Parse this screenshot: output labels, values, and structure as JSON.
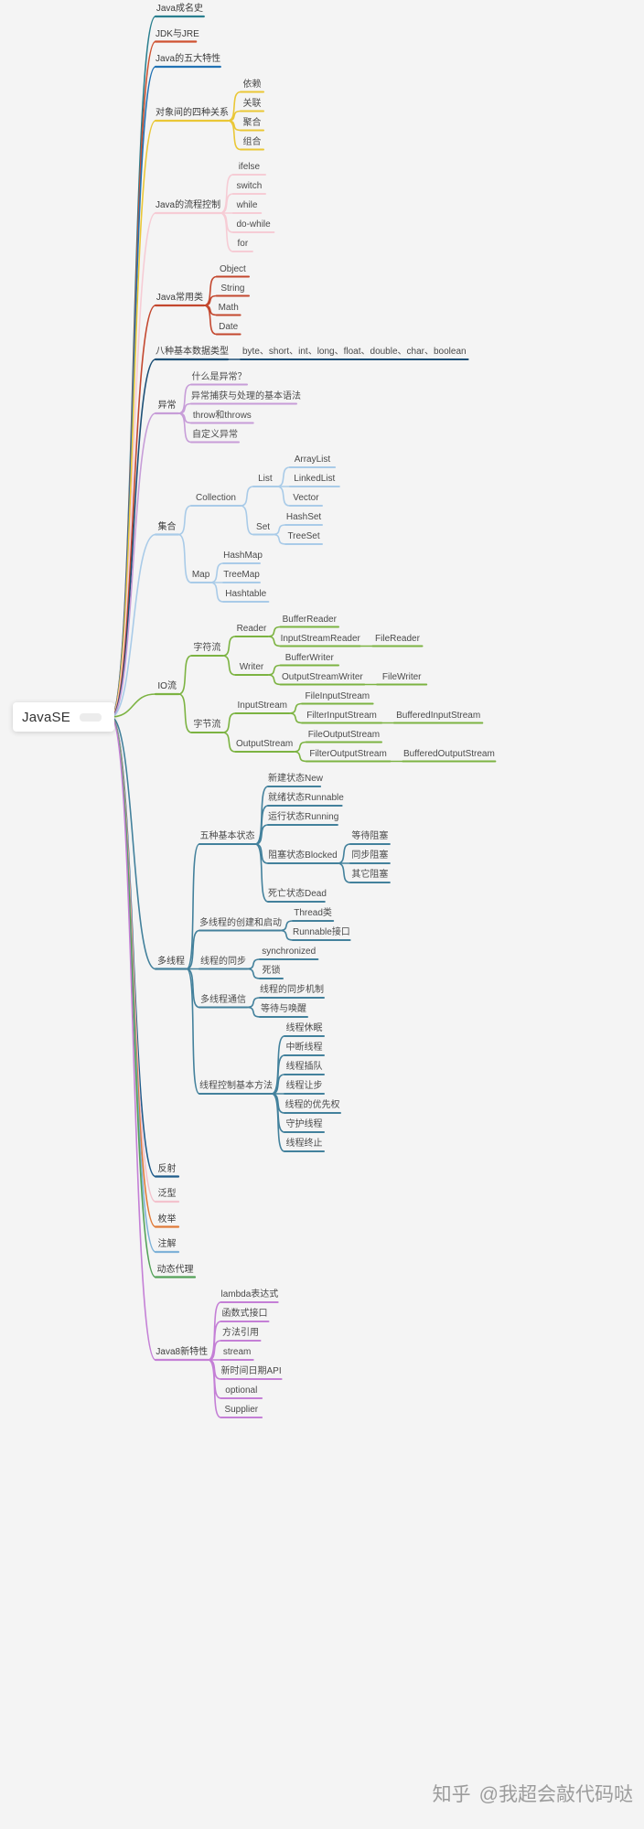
{
  "root": {
    "label": "JavaSE"
  },
  "watermark": {
    "site": "知乎",
    "handle": "@我超会敲代码哒"
  },
  "palette": {
    "background": "#f4f4f4",
    "text": "#4a4a4a"
  },
  "branches": [
    {
      "label": "Java成名史",
      "color": "#2a7f8f"
    },
    {
      "label": "JDK与JRE",
      "color": "#cf5230"
    },
    {
      "label": "Java的五大特性",
      "color": "#2272b4"
    },
    {
      "label": "对象间的四种关系",
      "color": "#eac736",
      "children": [
        {
          "label": "依赖"
        },
        {
          "label": "关联"
        },
        {
          "label": "聚合"
        },
        {
          "label": "组合"
        }
      ]
    },
    {
      "label": "Java的流程控制",
      "color": "#f6ccd5",
      "children": [
        {
          "label": "ifelse"
        },
        {
          "label": "switch"
        },
        {
          "label": "while"
        },
        {
          "label": "do-while"
        },
        {
          "label": "for"
        }
      ]
    },
    {
      "label": "Java常用类",
      "color": "#c3472e",
      "children": [
        {
          "label": "Object"
        },
        {
          "label": "String"
        },
        {
          "label": "Math"
        },
        {
          "label": "Date"
        }
      ]
    },
    {
      "label": "八种基本数据类型",
      "color": "#1c4f76",
      "children": [
        {
          "label": "byte、short、int、long、float、double、char、boolean"
        }
      ]
    },
    {
      "label": "异常",
      "color": "#c79dd8",
      "children": [
        {
          "label": "什么是异常？"
        },
        {
          "label": "异常捕获与处理的基本语法"
        },
        {
          "label": "throw和throws"
        },
        {
          "label": "自定义异常"
        }
      ]
    },
    {
      "label": "集合",
      "color": "#a9cbe8",
      "children": [
        {
          "label": "Collection",
          "children": [
            {
              "label": "List",
              "children": [
                {
                  "label": "ArrayList"
                },
                {
                  "label": "LinkedList"
                },
                {
                  "label": "Vector"
                }
              ]
            },
            {
              "label": "Set",
              "children": [
                {
                  "label": "HashSet"
                },
                {
                  "label": "TreeSet"
                }
              ]
            }
          ]
        },
        {
          "label": "Map",
          "children": [
            {
              "label": "HashMap"
            },
            {
              "label": "TreeMap"
            },
            {
              "label": "Hashtable"
            }
          ]
        }
      ]
    },
    {
      "label": "IO流",
      "color": "#7cb342",
      "children": [
        {
          "label": "字符流",
          "children": [
            {
              "label": "Reader",
              "children": [
                {
                  "label": "BufferReader"
                },
                {
                  "label": "InputStreamReader",
                  "children": [
                    {
                      "label": "FileReader"
                    }
                  ]
                }
              ]
            },
            {
              "label": "Writer",
              "children": [
                {
                  "label": "BufferWriter"
                },
                {
                  "label": "OutputStreamWriter",
                  "children": [
                    {
                      "label": "FileWriter"
                    }
                  ]
                }
              ]
            }
          ]
        },
        {
          "label": "字节流",
          "children": [
            {
              "label": "InputStream",
              "children": [
                {
                  "label": "FileInputStream"
                },
                {
                  "label": "FilterInputStream",
                  "children": [
                    {
                      "label": "BufferedInputStream"
                    }
                  ]
                }
              ]
            },
            {
              "label": "OutputStream",
              "children": [
                {
                  "label": "FileOutputStream"
                },
                {
                  "label": "FilterOutputStream",
                  "children": [
                    {
                      "label": "BufferedOutputStream"
                    }
                  ]
                }
              ]
            }
          ]
        }
      ]
    },
    {
      "label": "多线程",
      "color": "#43819c",
      "children": [
        {
          "label": "五种基本状态",
          "children": [
            {
              "label": "新建状态New"
            },
            {
              "label": "就绪状态Runnable"
            },
            {
              "label": "运行状态Running"
            },
            {
              "label": "阻塞状态Blocked",
              "children": [
                {
                  "label": "等待阻塞"
                },
                {
                  "label": "同步阻塞"
                },
                {
                  "label": "其它阻塞"
                }
              ]
            },
            {
              "label": "死亡状态Dead"
            }
          ]
        },
        {
          "label": "多线程的创建和启动",
          "children": [
            {
              "label": "Thread类"
            },
            {
              "label": "Runnable接口"
            }
          ]
        },
        {
          "label": "线程的同步",
          "children": [
            {
              "label": "synchronized"
            },
            {
              "label": "死锁"
            }
          ]
        },
        {
          "label": "多线程通信",
          "children": [
            {
              "label": "线程的同步机制"
            },
            {
              "label": "等待与唤醒"
            }
          ]
        },
        {
          "label": "线程控制基本方法",
          "children": [
            {
              "label": "线程休眠"
            },
            {
              "label": "中断线程"
            },
            {
              "label": "线程插队"
            },
            {
              "label": "线程让步"
            },
            {
              "label": "线程的优先权"
            },
            {
              "label": "守护线程"
            },
            {
              "label": "线程终止"
            }
          ]
        }
      ]
    },
    {
      "label": "反射",
      "color": "#1f5c8b"
    },
    {
      "label": "泛型",
      "color": "#f3c2cd"
    },
    {
      "label": "枚举",
      "color": "#e07b39"
    },
    {
      "label": "注解",
      "color": "#7fb2d8"
    },
    {
      "label": "动态代理",
      "color": "#53a158"
    },
    {
      "label": "Java8新特性",
      "color": "#c47fd6",
      "children": [
        {
          "label": "lambda表达式"
        },
        {
          "label": "函数式接口"
        },
        {
          "label": "方法引用"
        },
        {
          "label": "stream"
        },
        {
          "label": "新时间日期API"
        },
        {
          "label": "optional"
        },
        {
          "label": "Supplier"
        }
      ]
    }
  ]
}
